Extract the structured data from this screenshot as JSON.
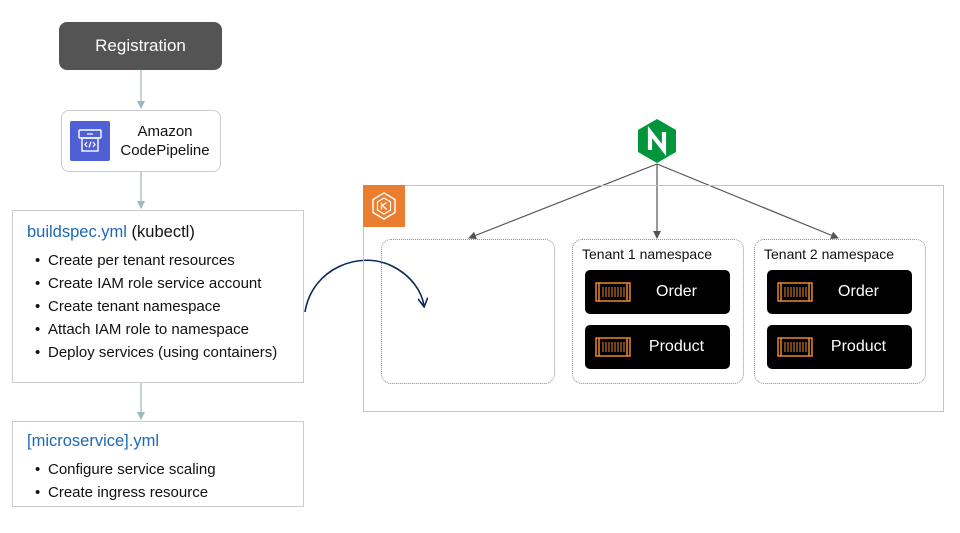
{
  "pipeline": {
    "registration_label": "Registration",
    "codepipeline": {
      "line1": "Amazon",
      "line2": "CodePipeline",
      "icon": "codepipeline-icon"
    }
  },
  "buildspec": {
    "title_file": "buildspec.yml",
    "title_suffix": " (kubectl)",
    "items": [
      "Create per tenant resources",
      "Create IAM role service account",
      "Create tenant namespace",
      "Attach IAM role to namespace",
      "Deploy services (using containers)"
    ]
  },
  "microservice": {
    "title_file": "[microservice].yml",
    "items": [
      "Configure service scaling",
      "Create ingress resource"
    ]
  },
  "cluster": {
    "icon": "eks-icon",
    "ingress_icon": "nginx-icon",
    "namespaces": [
      {
        "title": "Tenant 1 namespace",
        "services": [
          "Order",
          "Product"
        ]
      },
      {
        "title": "Tenant 2 namespace",
        "services": [
          "Order",
          "Product"
        ]
      }
    ]
  },
  "colors": {
    "accent_blue": "#1c68b5",
    "eks_orange": "#eb7d2e",
    "nginx_green": "#009639",
    "codepipeline": "#4f5fd6",
    "container_orange": "#e8882b"
  }
}
